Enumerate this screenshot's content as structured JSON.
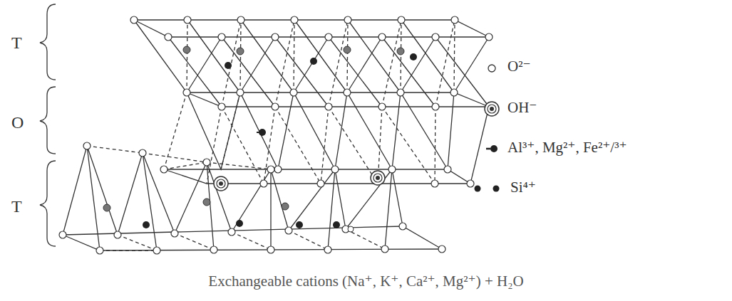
{
  "diagram": {
    "caption": "Exchangeable cations (Na⁺, K⁺, Ca²⁺, Mg²⁺) + H₂O",
    "labels": [
      "T",
      "O",
      "T"
    ],
    "legend": [
      {
        "text": "O²⁻"
      },
      {
        "text": "OH⁻"
      },
      {
        "text": "Al³⁺, Mg²⁺, Fe²⁺/³⁺"
      },
      {
        "text": "Si⁴⁺"
      }
    ]
  }
}
